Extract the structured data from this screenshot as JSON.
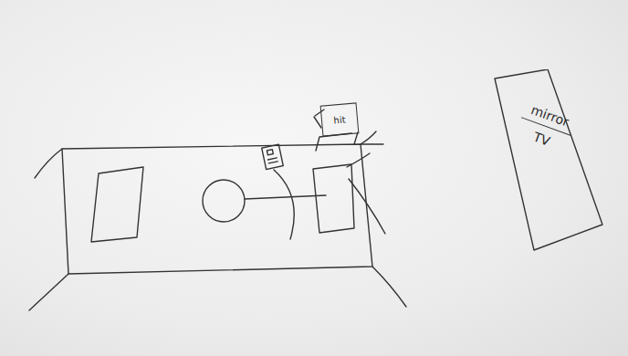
{
  "diagram": {
    "nodes": [
      {
        "text": [
          "hit"
        ]
      },
      {
        "text": [
          "mirror",
          "TV"
        ]
      }
    ]
  }
}
